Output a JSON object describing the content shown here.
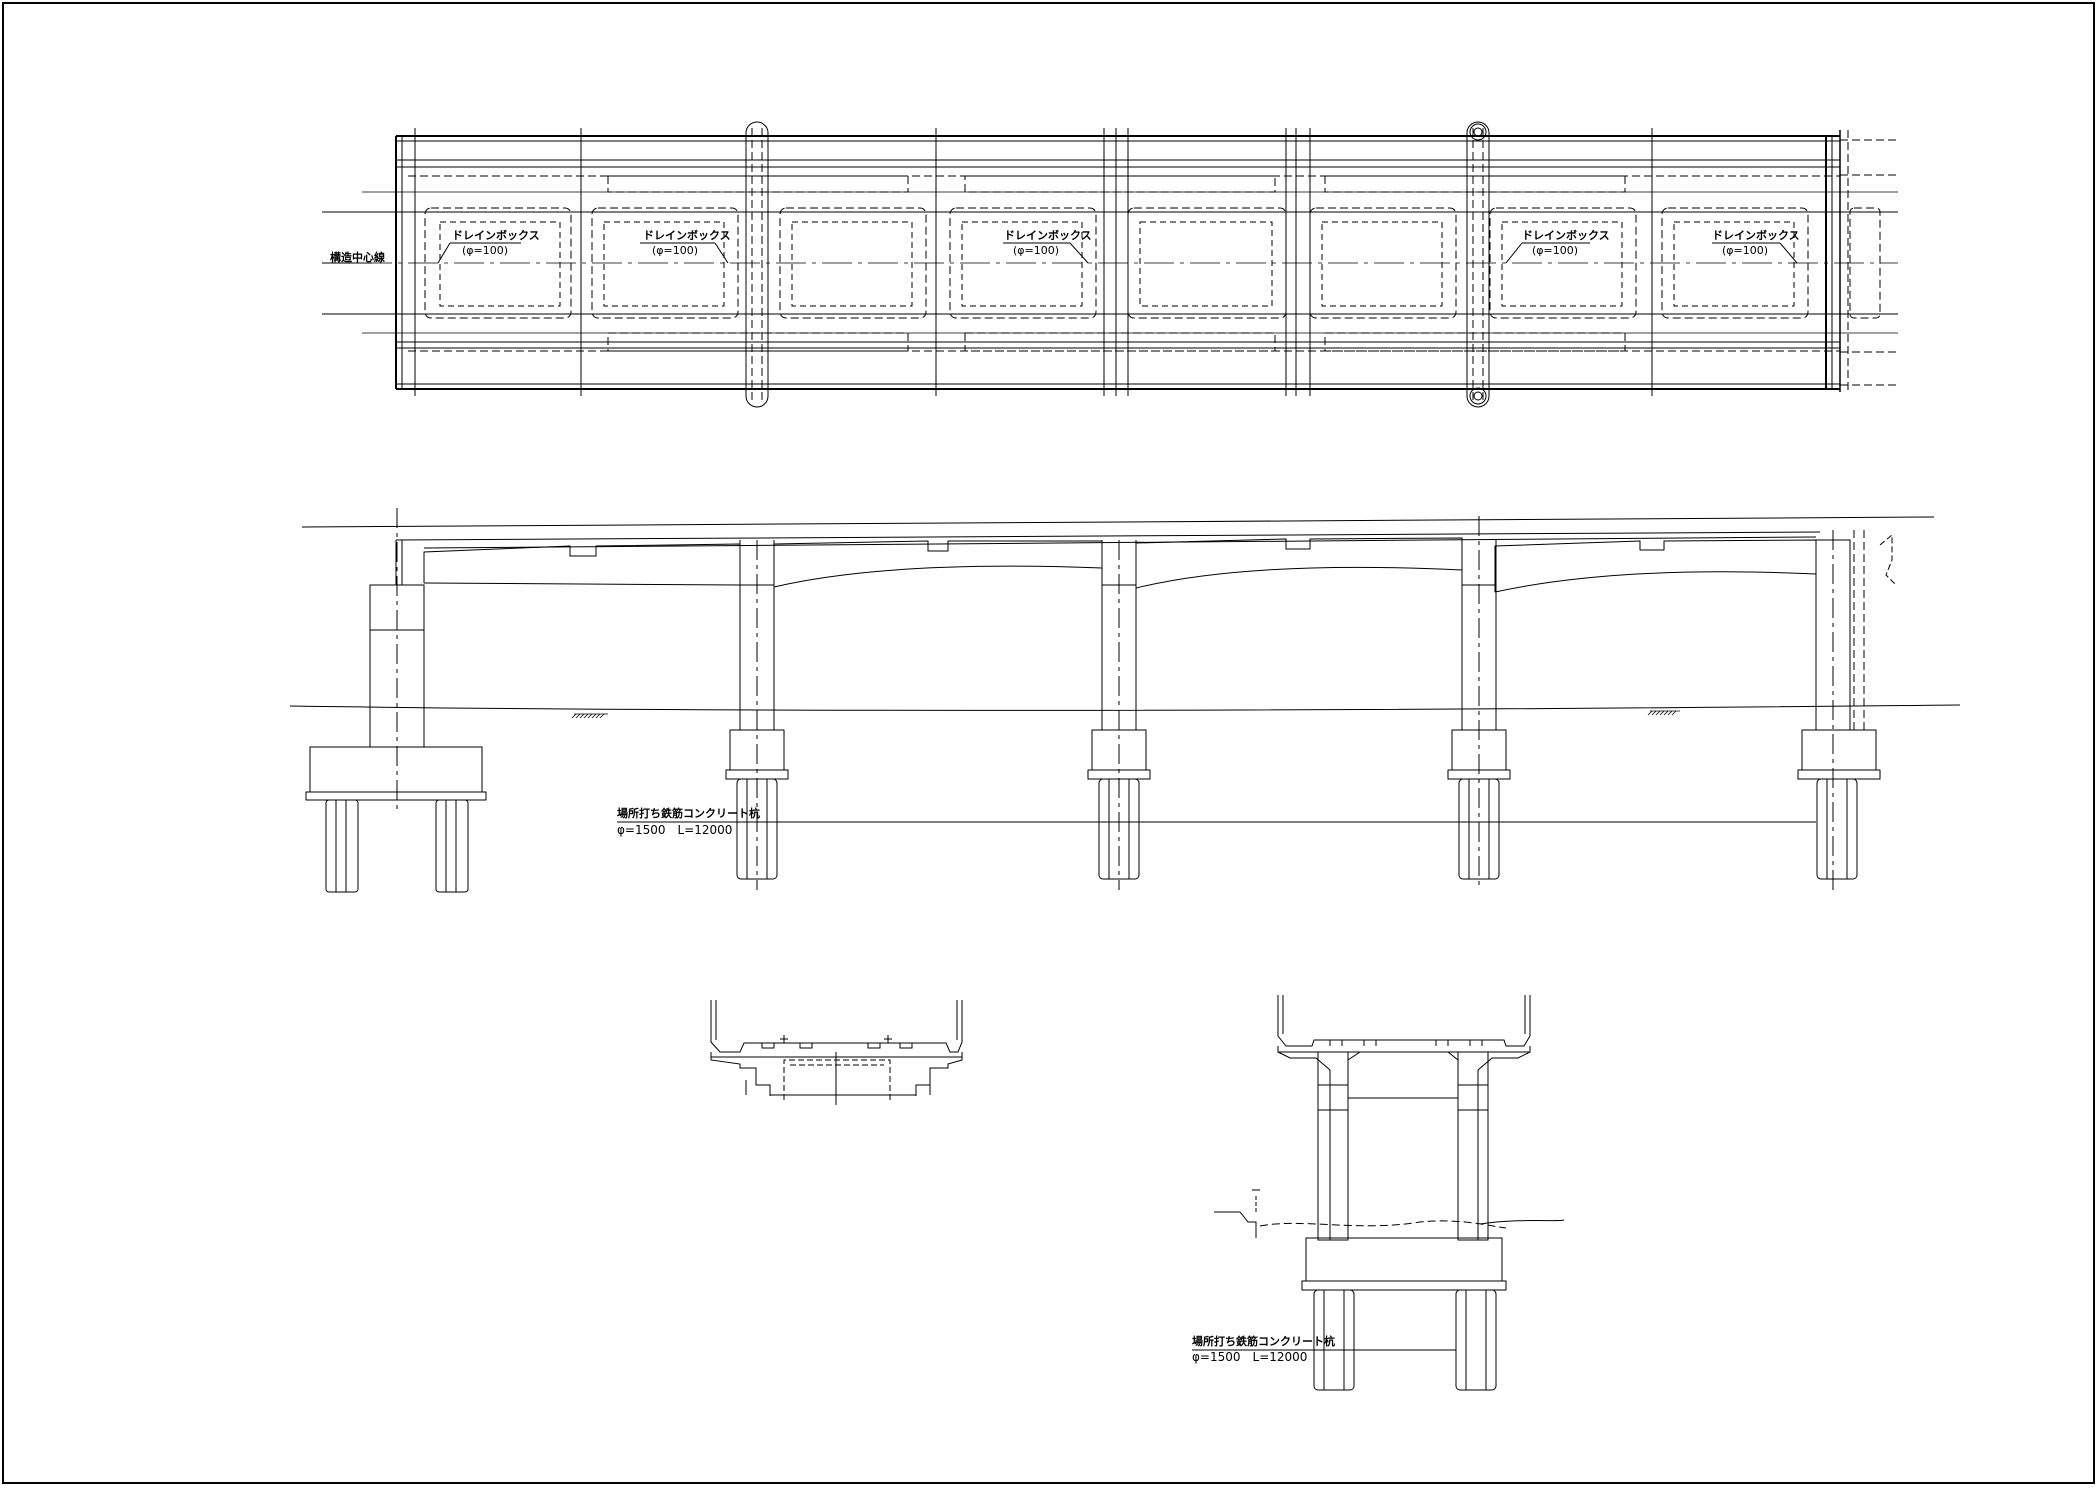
{
  "plan": {
    "centerline_label": "構造中心線",
    "drain_boxes": [
      {
        "label": "ドレインボックス",
        "dim": "(φ=100)"
      },
      {
        "label": "ドレインボックス",
        "dim": "(φ=100)"
      },
      {
        "label": "ドレインボックス",
        "dim": "(φ=100)"
      },
      {
        "label": "ドレインボックス",
        "dim": "(φ=100)"
      },
      {
        "label": "ドレインボックス",
        "dim": "(φ=100)"
      }
    ]
  },
  "elevation": {
    "pile_label": "場所打ち鉄筋コンクリート杭",
    "pile_spec": "φ=1500　L=12000"
  },
  "pier_section": {
    "pile_label": "場所打ち鉄筋コンクリート杭",
    "pile_spec": "φ=1500　L=12000"
  }
}
